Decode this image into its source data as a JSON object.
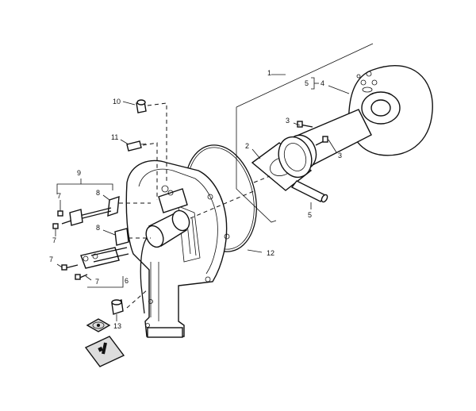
{
  "callouts": {
    "c1": "1",
    "c2": "2",
    "c3a": "3",
    "c3b": "3",
    "c4": "4",
    "c5a": "5",
    "c5b": "5",
    "c6": "6",
    "c7a": "7",
    "c7b": "7",
    "c7c": "7",
    "c7d": "7",
    "c8a": "8",
    "c8b": "8",
    "c9": "9",
    "c10": "10",
    "c11": "11",
    "c12": "12",
    "c13": "13"
  },
  "icons": {
    "eye": "eye-symbol-icon",
    "info": "info-i-icon"
  },
  "colors": {
    "line": "#111111",
    "background": "#ffffff",
    "icon_fill": "#dddddd"
  }
}
